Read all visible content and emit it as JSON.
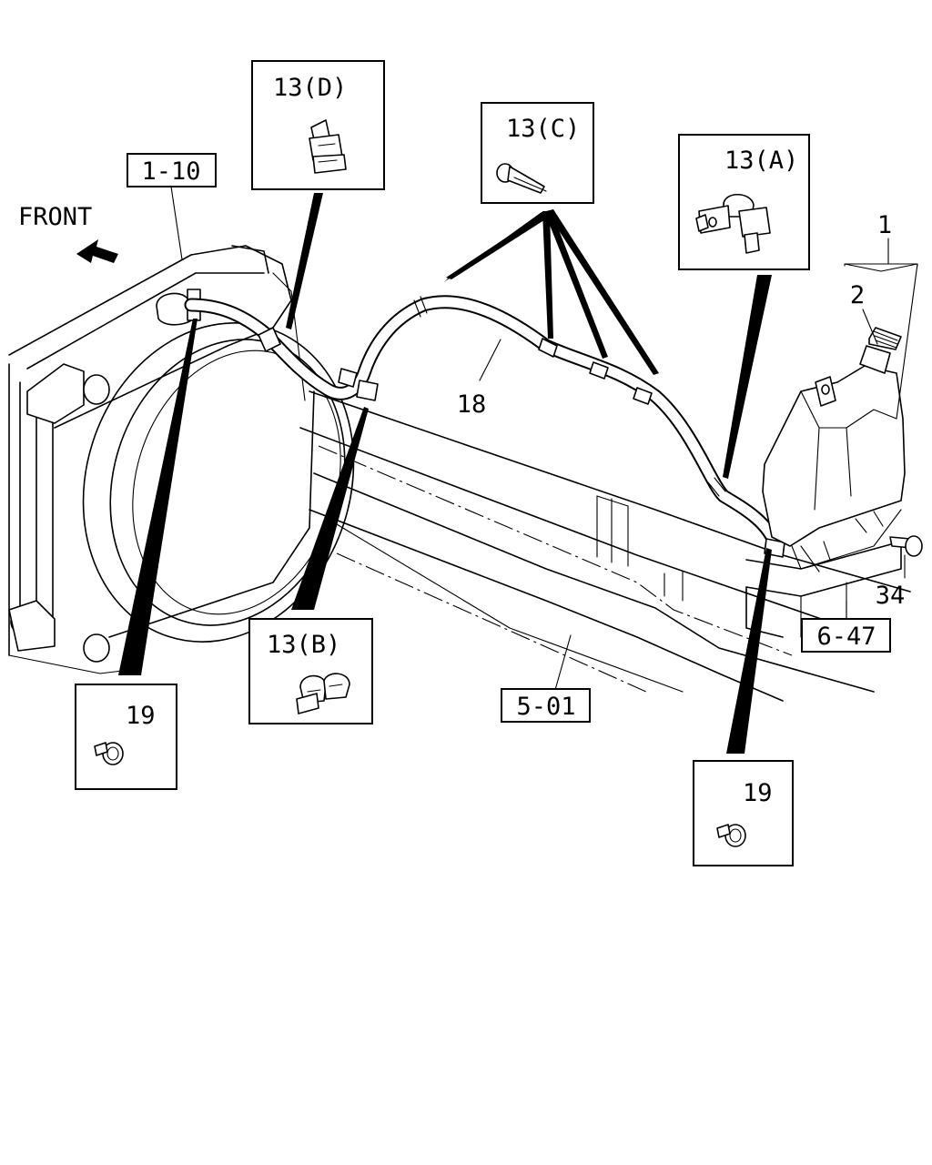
{
  "labels": {
    "front": "FRONT",
    "ref_radiator": "1-10",
    "ref_frame": "5-01",
    "ref_bracket": "6-47",
    "clip_d": "13(D)",
    "clip_c": "13(C)",
    "clip_a": "13(A)",
    "clip_b": "13(B)",
    "clamp_left": "19",
    "clamp_right": "19",
    "part_tank": "1",
    "part_cap": "2",
    "part_hose": "18",
    "part_bolt": "34"
  }
}
